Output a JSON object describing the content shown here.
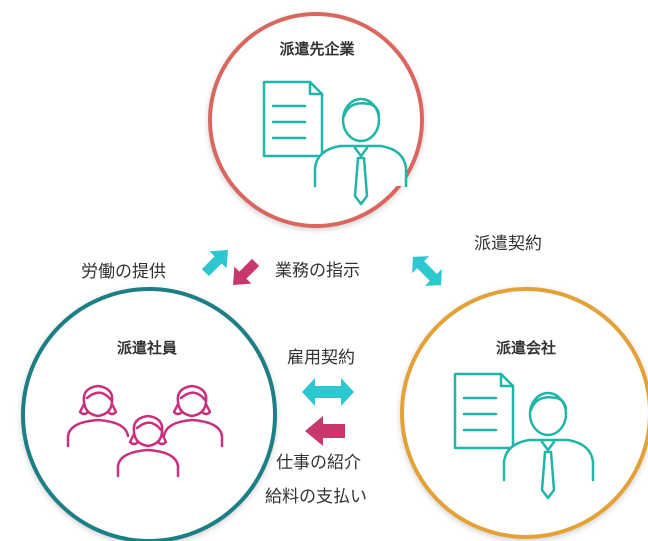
{
  "nodes": {
    "client": {
      "title": "派遣先企業",
      "color": "#d9665e",
      "icon": "document-person-icon"
    },
    "agency": {
      "title": "派遣会社",
      "color": "#e3a237",
      "icon": "document-person-icon"
    },
    "staff": {
      "title": "派遣社員",
      "color": "#1e7f86",
      "icon": "people-group-icon"
    }
  },
  "relations": {
    "labor_provision": "労働の提供",
    "work_instructions": "業務の指示",
    "dispatch_contract": "派遣契約",
    "employment_contract": "雇用契約",
    "job_introduction": "仕事の紹介",
    "salary_payment": "給料の支払い"
  },
  "colors": {
    "icon_teal": "#1fb5a8",
    "people_magenta": "#c8307e",
    "arrow_cyan": "#2cc7cf",
    "arrow_pink": "#c8386e",
    "text": "#333333"
  }
}
